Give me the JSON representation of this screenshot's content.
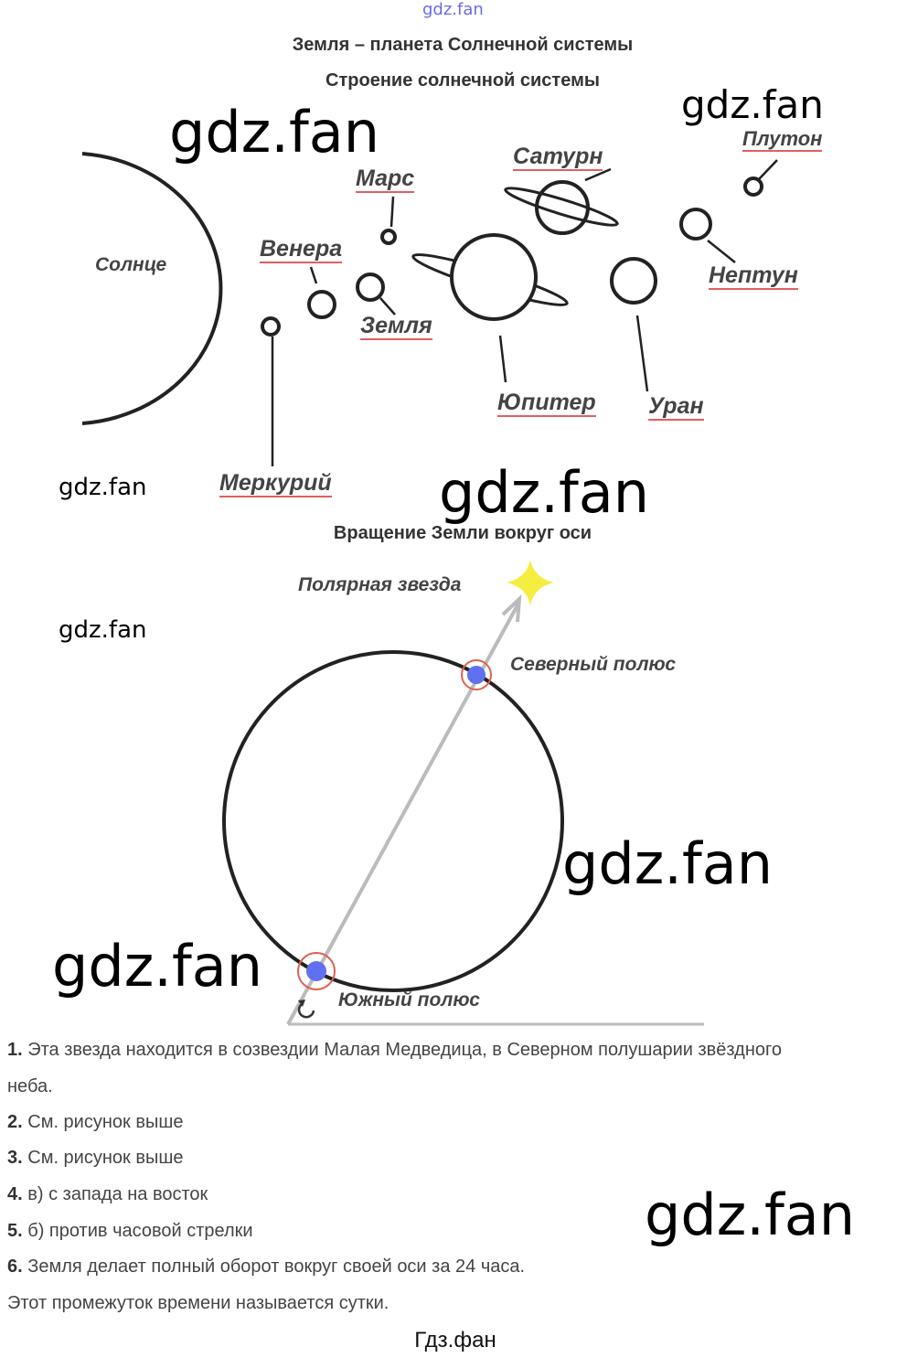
{
  "header_watermark": "gdz.fan",
  "title": "Земля – планета Солнечной системы",
  "section1_title": "Строение солнечной системы",
  "planets": {
    "sun": "Солнце",
    "mercury": "Меркурий",
    "venus": "Венера",
    "earth": "Земля",
    "mars": "Марс",
    "jupiter": "Юпитер",
    "saturn": "Сатурн",
    "uranus": "Уран",
    "neptune": "Нептун",
    "pluto": "Плутон"
  },
  "section2_title": "Вращение Земли вокруг оси",
  "rotation": {
    "polar_star": "Полярная звезда",
    "north_pole": "Северный полюс",
    "south_pole": "Южный полюс"
  },
  "colors": {
    "pole_dot": "#6070f0",
    "pole_ring": "#e06050",
    "star": "#f5ee40",
    "underline": "#e06060"
  },
  "answers": [
    {
      "num": "1.",
      "text": "Эта звезда находится в созвездии Малая Медведица, в Северном полушарии звёздного"
    },
    {
      "num": "",
      "text": "неба."
    },
    {
      "num": "2.",
      "text": "См. рисунок выше"
    },
    {
      "num": "3.",
      "text": "См. рисунок выше"
    },
    {
      "num": "4.",
      "text": "в) с запада на восток"
    },
    {
      "num": "5.",
      "text": "б) против часовой стрелки"
    },
    {
      "num": "6.",
      "text": "Земля делает полный оборот вокруг своей оси за 24 часа."
    },
    {
      "num": "",
      "text": "Этот промежуток времени называется сутки."
    }
  ],
  "watermark": "gdz.fan",
  "footer": "Гдз.фан"
}
